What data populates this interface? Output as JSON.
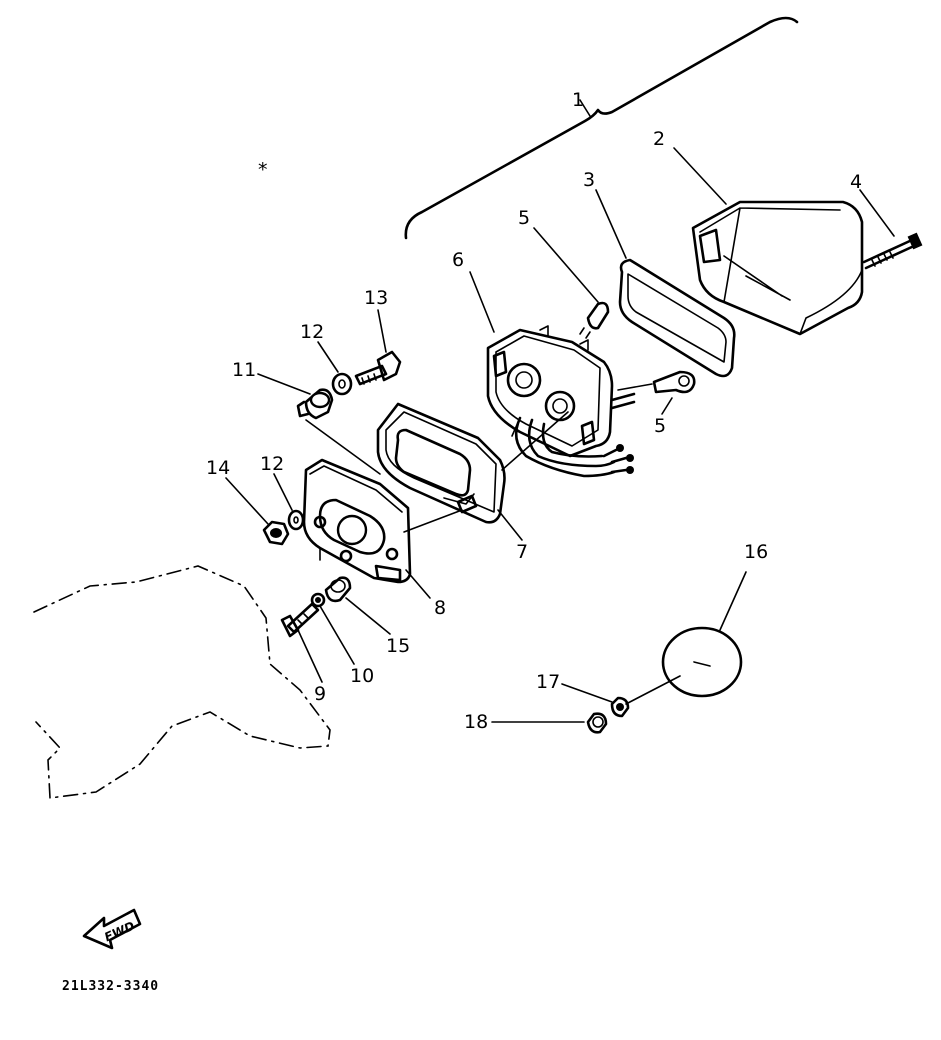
{
  "callouts": {
    "c1": "1",
    "c2": "2",
    "c3": "3",
    "c4": "4",
    "c5a": "5",
    "c5b": "5",
    "c6": "6",
    "c7": "7",
    "c8": "8",
    "c9": "9",
    "c10": "10",
    "c11": "11",
    "c12a": "12",
    "c12b": "12",
    "c13": "13",
    "c14": "14",
    "c15": "15",
    "c16": "16",
    "c17": "17",
    "c18": "18"
  },
  "asterisk": "*",
  "fwd_label": "FWD",
  "diagram_code": "21L332-3340",
  "colors": {
    "ink": "#000000",
    "paper": "#ffffff"
  }
}
